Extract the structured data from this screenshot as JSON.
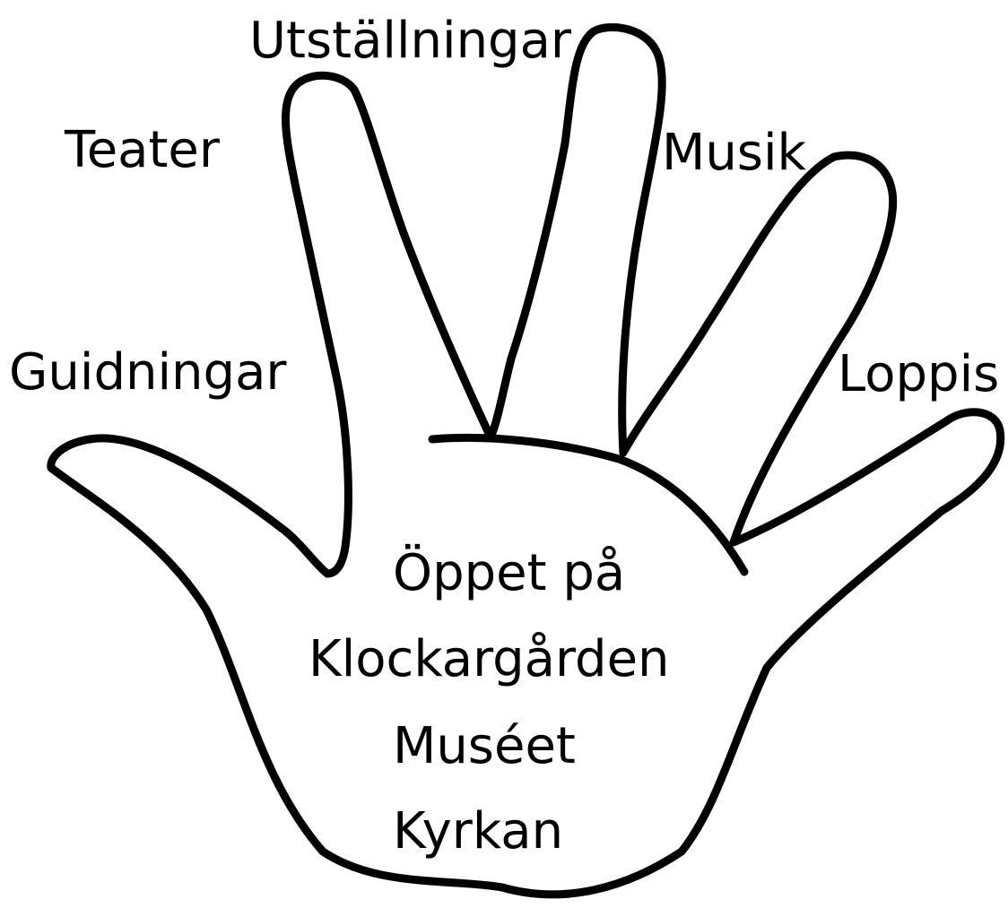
{
  "finger_labels": {
    "thumb": "Guidningar",
    "index": "Teater",
    "middle": "Utställningar",
    "ring": "Musik",
    "pinky": "Loppis"
  },
  "palm_text": {
    "line1": "Öppet på",
    "line2": "Klockargården",
    "line3": "Muséet",
    "line4": "Kyrkan"
  },
  "colors": {
    "outline": "#000000",
    "background": "#ffffff",
    "text": "#000000"
  }
}
